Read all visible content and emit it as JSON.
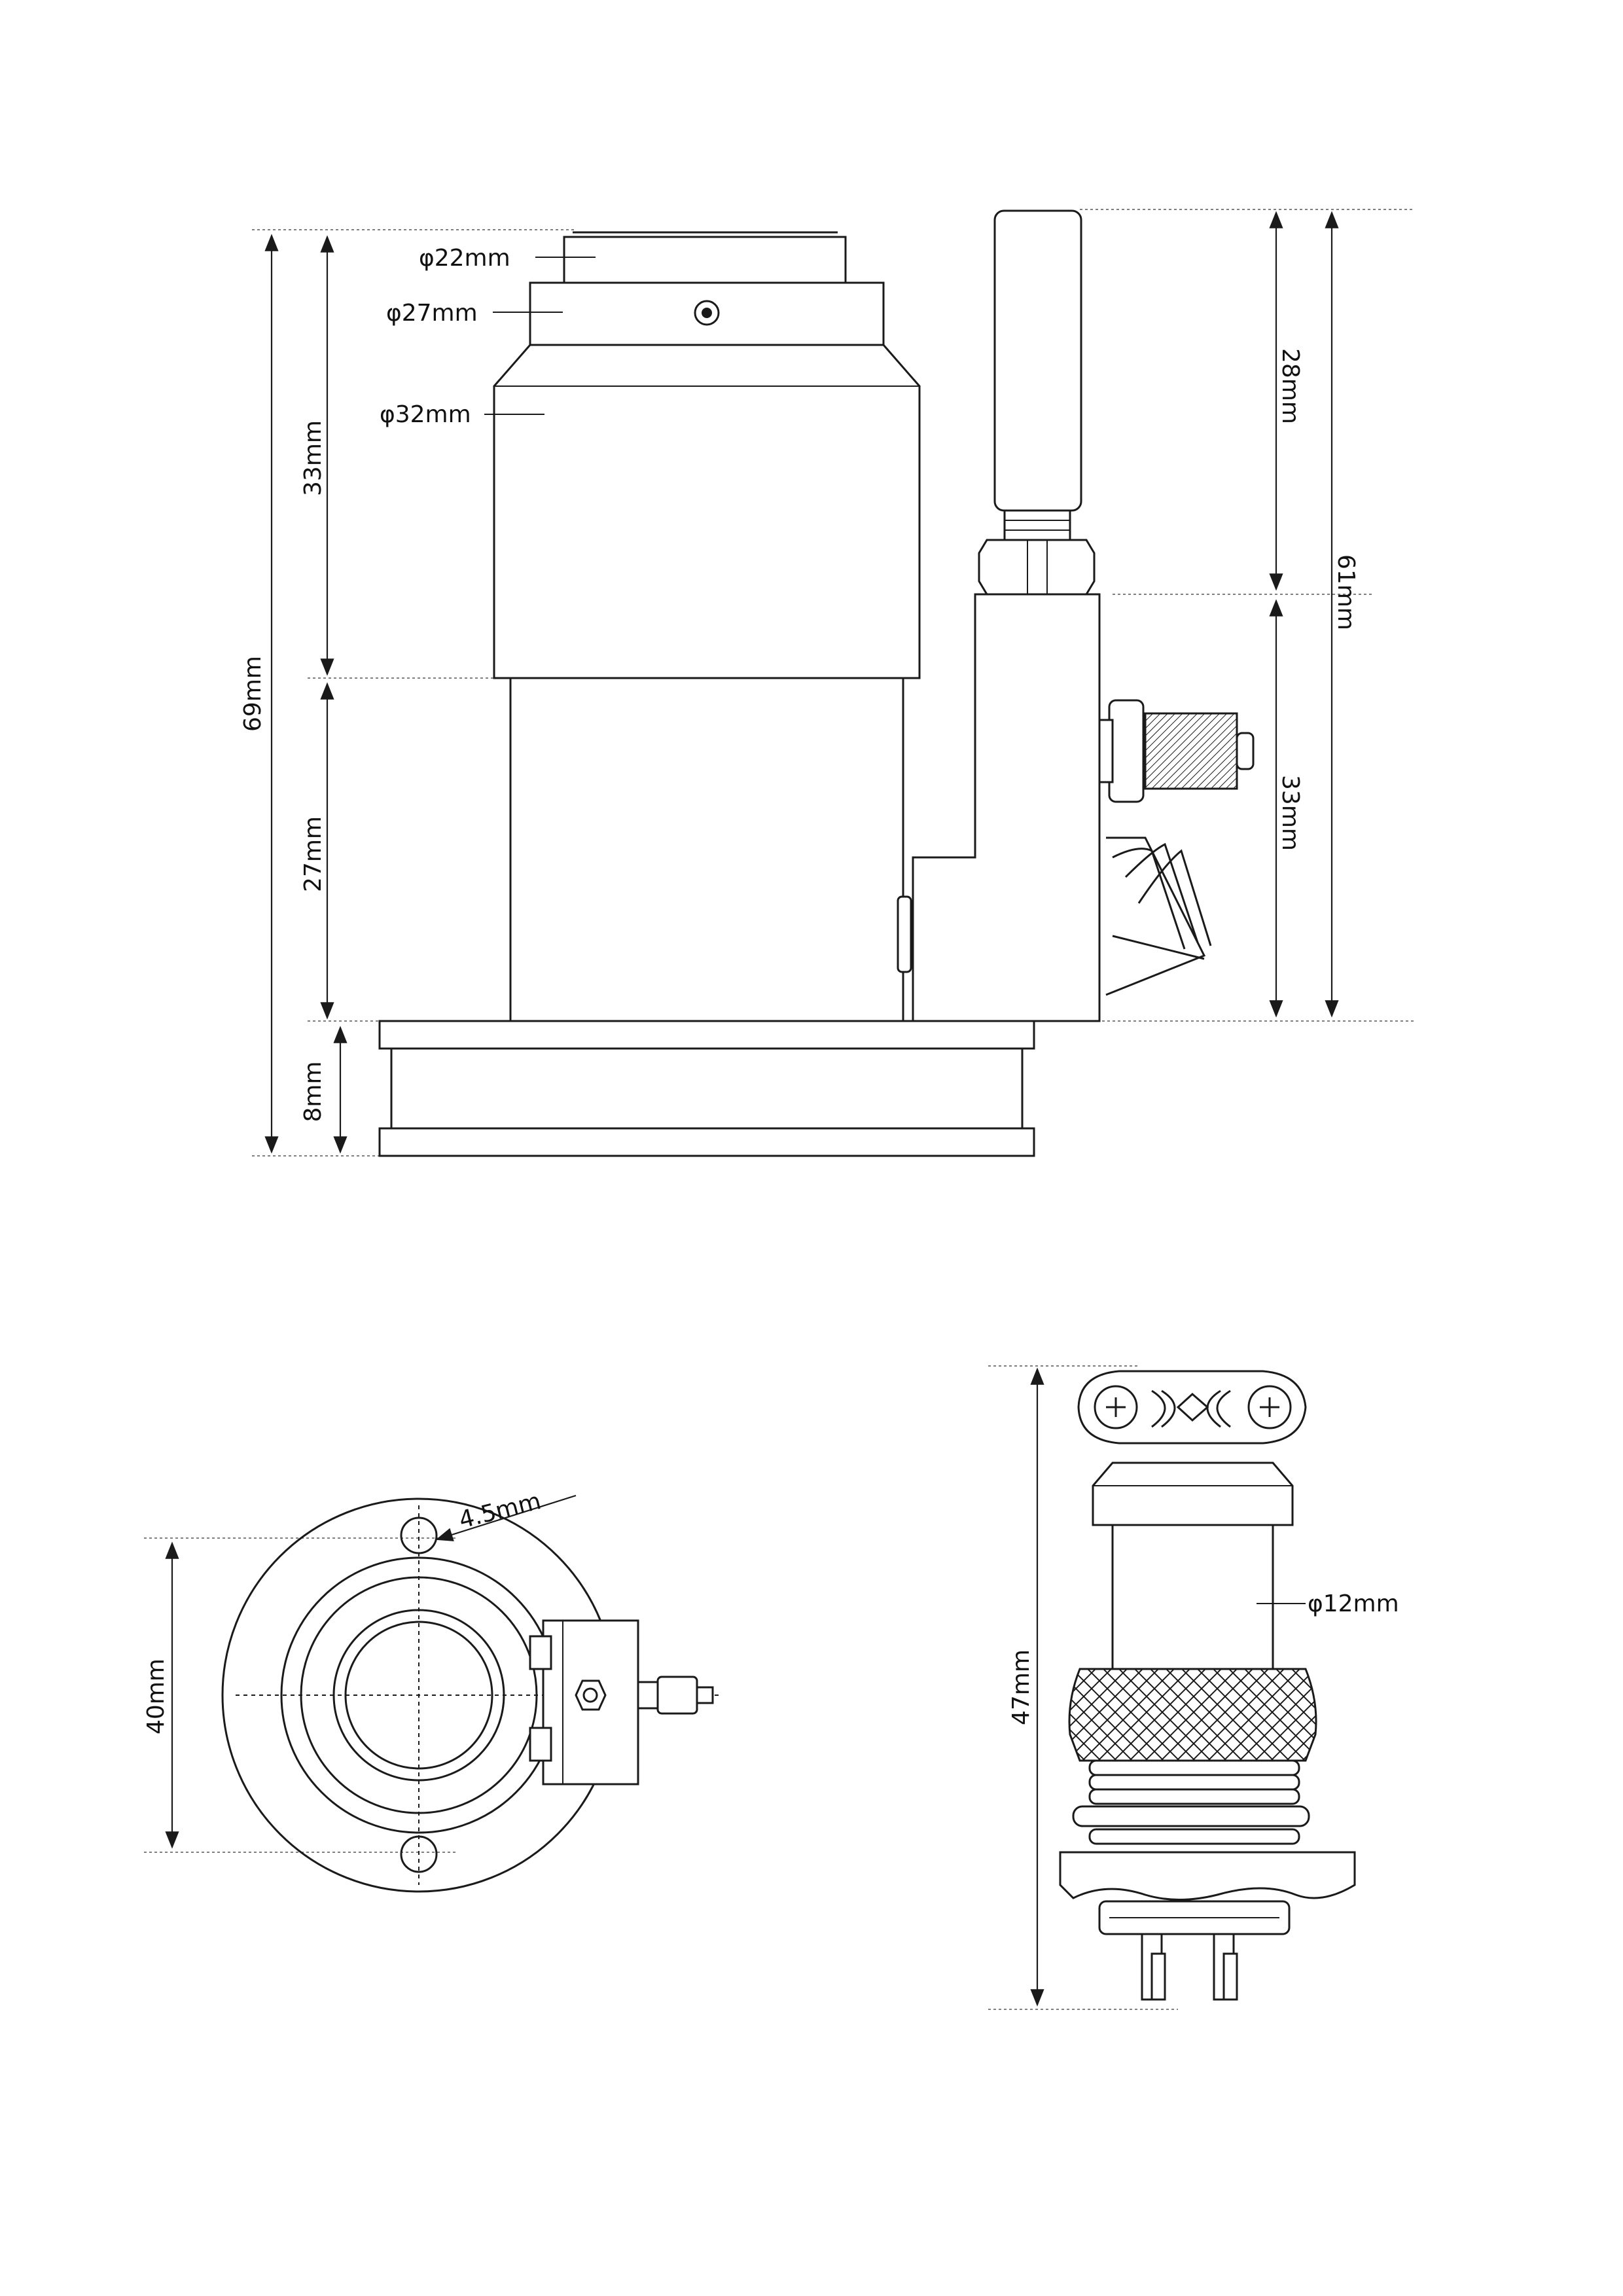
{
  "side_view": {
    "total_height": "69mm",
    "upper_height": "33mm",
    "middle_height": "27mm",
    "base_height": "8mm",
    "diam_top": "φ22mm",
    "diam_collar": "φ27mm",
    "diam_body": "φ32mm",
    "rod_height": "28mm",
    "block_height": "33mm",
    "right_total": "61mm"
  },
  "top_view": {
    "hole_label": "4.5mm",
    "span_label": "40mm"
  },
  "connector_view": {
    "diam_label": "φ12mm",
    "height_label": "47mm"
  }
}
